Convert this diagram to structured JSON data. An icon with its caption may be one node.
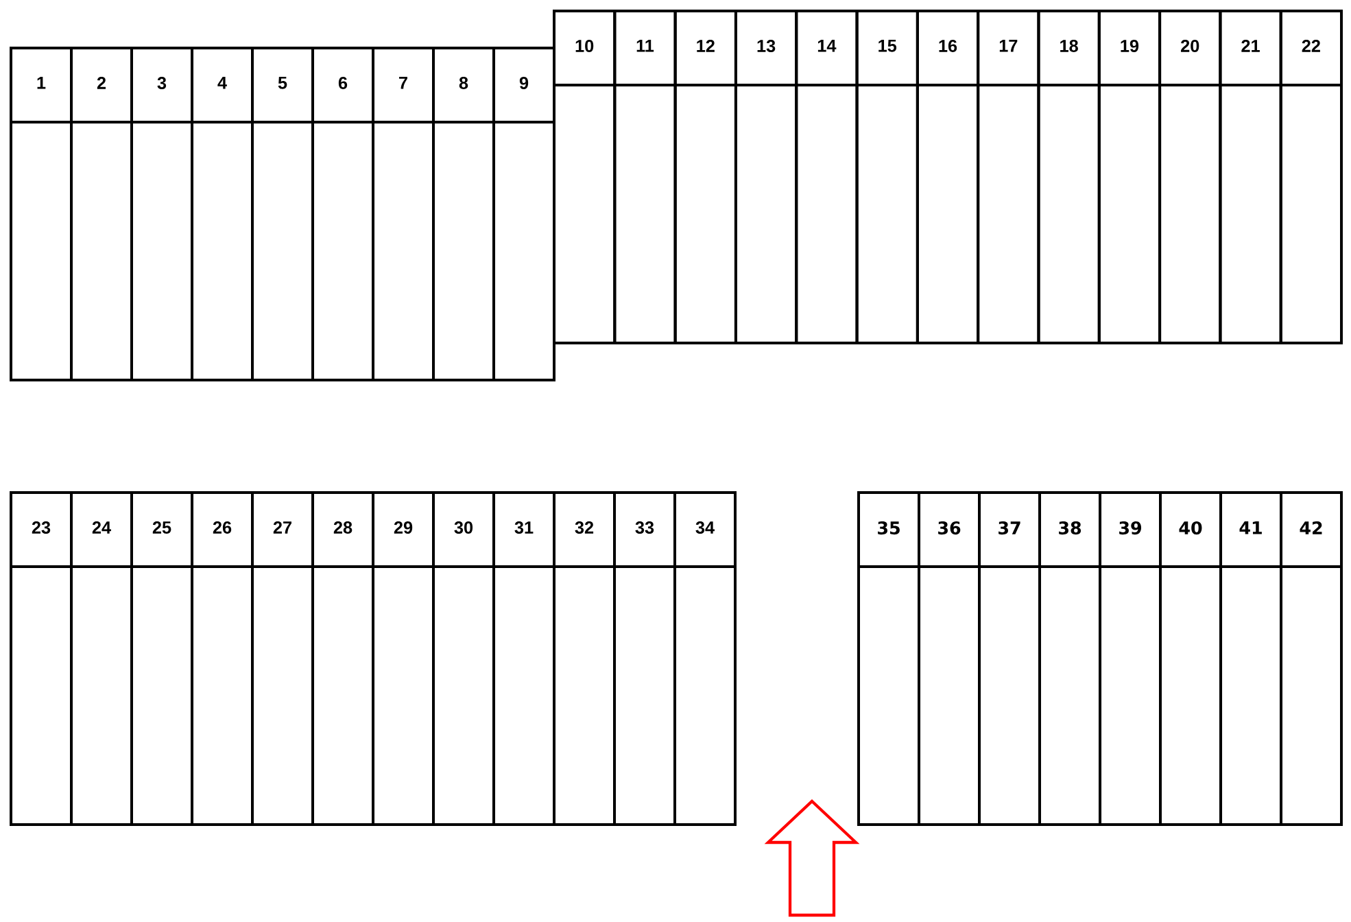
{
  "diagram": {
    "nodes": [
      {
        "text": [
          "1"
        ]
      },
      {
        "text": [
          "2"
        ]
      },
      {
        "text": [
          "3"
        ]
      },
      {
        "text": [
          "4"
        ]
      },
      {
        "text": [
          "5"
        ]
      },
      {
        "text": [
          "6"
        ]
      },
      {
        "text": [
          "7"
        ]
      },
      {
        "text": [
          "8"
        ]
      },
      {
        "text": [
          "9"
        ]
      },
      {
        "text": [
          "10"
        ]
      },
      {
        "text": [
          "11"
        ]
      },
      {
        "text": [
          "12"
        ]
      },
      {
        "text": [
          "13"
        ]
      },
      {
        "text": [
          "14"
        ]
      },
      {
        "text": [
          "15"
        ]
      },
      {
        "text": [
          "16"
        ]
      },
      {
        "text": [
          "17"
        ]
      },
      {
        "text": [
          "18"
        ]
      },
      {
        "text": [
          "19"
        ]
      },
      {
        "text": [
          "20"
        ]
      },
      {
        "text": [
          "21"
        ]
      },
      {
        "text": [
          "22"
        ]
      },
      {
        "text": [
          "23"
        ]
      },
      {
        "text": [
          "24"
        ]
      },
      {
        "text": [
          "25"
        ]
      },
      {
        "text": [
          "26"
        ]
      },
      {
        "text": [
          "27"
        ]
      },
      {
        "text": [
          "28"
        ]
      },
      {
        "text": [
          "29"
        ]
      },
      {
        "text": [
          "30"
        ]
      },
      {
        "text": [
          "31"
        ]
      },
      {
        "text": [
          "32"
        ]
      },
      {
        "text": [
          "33"
        ]
      },
      {
        "text": [
          "34"
        ]
      },
      {
        "text": [
          "35"
        ]
      },
      {
        "text": [
          "36"
        ]
      },
      {
        "text": [
          "37"
        ]
      },
      {
        "text": [
          "38"
        ]
      },
      {
        "text": [
          "39"
        ]
      },
      {
        "text": [
          "40"
        ]
      },
      {
        "text": [
          "41"
        ]
      },
      {
        "text": [
          "42"
        ]
      }
    ]
  }
}
